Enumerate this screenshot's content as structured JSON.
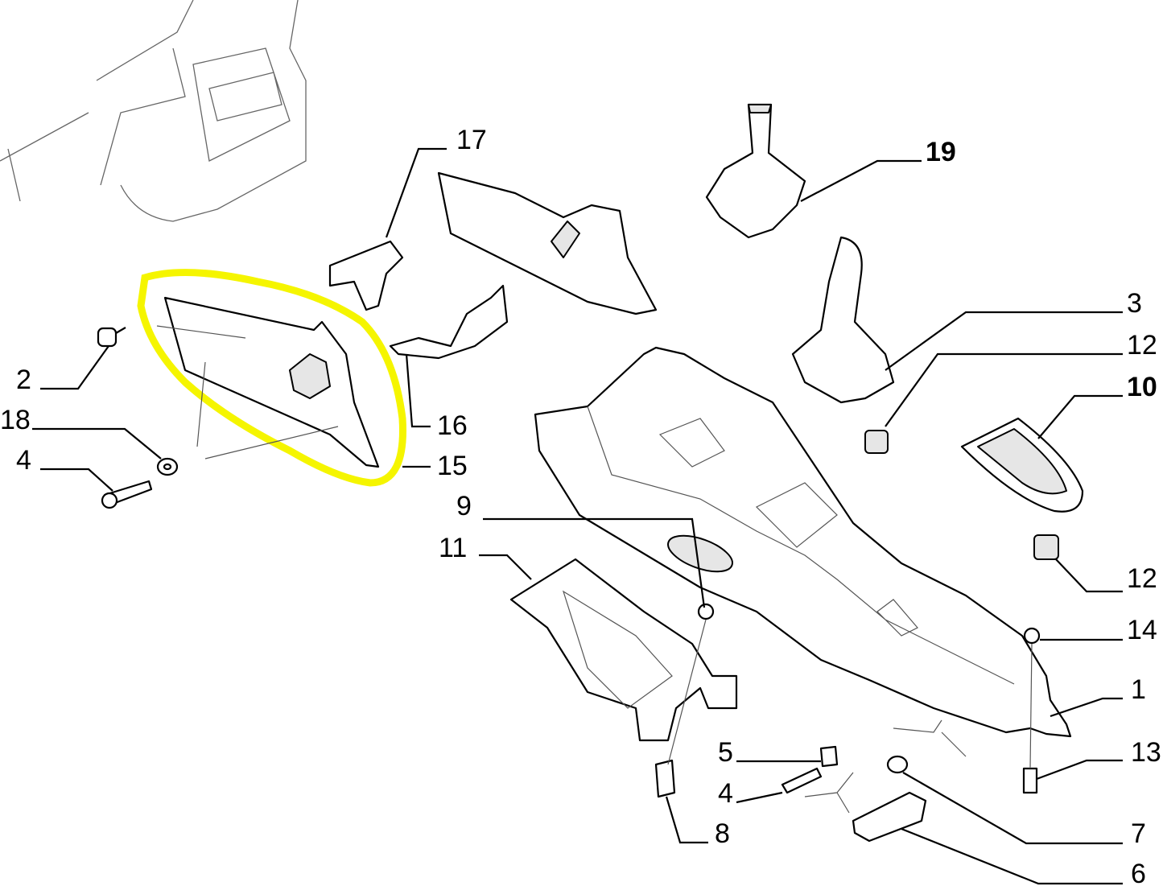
{
  "diagram": {
    "highlight_color": "#f5f500",
    "labels": {
      "l17": "17",
      "l19": "19",
      "l3": "3",
      "l12a": "12",
      "l10": "10",
      "l2": "2",
      "l18": "18",
      "l4a": "4",
      "l16": "16",
      "l15": "15",
      "l9": "9",
      "l11": "11",
      "l12b": "12",
      "l14": "14",
      "l1": "1",
      "l13": "13",
      "l5": "5",
      "l4b": "4",
      "l8": "8",
      "l7": "7",
      "l6": "6"
    }
  }
}
